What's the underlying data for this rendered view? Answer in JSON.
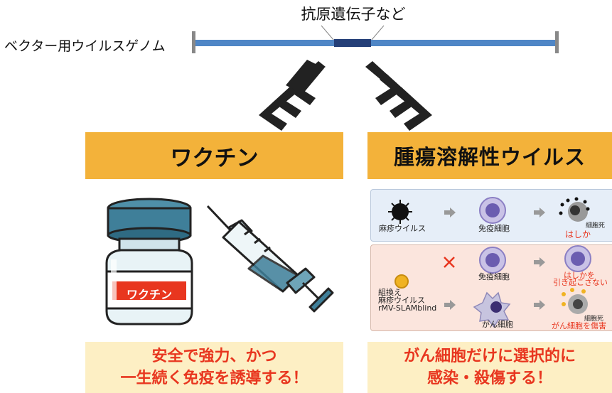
{
  "top": {
    "antigen_label": "抗原遺伝子など",
    "genome_label": "ベクター用ウイルスゲノム"
  },
  "vaccine": {
    "title": "ワクチン",
    "vial_label": "ワクチン",
    "summary_line1": "安全で強力、かつ",
    "summary_line2": "一生続く免疫を誘導する！"
  },
  "oncolytic": {
    "title": "腫瘍溶解性ウイルス",
    "panel1": {
      "virus": "麻疹ウイルス",
      "immune_cell": "免疫細胞",
      "cell_death": "細胞死",
      "result": "はしか"
    },
    "panel2": {
      "immune_cell": "免疫細胞",
      "result_line1": "はしかを",
      "result_line2": "引き起こさない",
      "virus_line1": "組換え",
      "virus_line2": "麻疹ウイルス",
      "virus_line3": "rMV-SLAMblind",
      "cancer_cell": "がん細胞",
      "cell_death": "細胞死",
      "cancer_result": "がん細胞を傷害"
    },
    "summary_line1": "がん細胞だけに選択的に",
    "summary_line2": "感染・殺傷する！"
  },
  "colors": {
    "banner": "#f3b23a",
    "summary_bg": "#fdefc4",
    "summary_text": "#e8361f",
    "genome_bar": "#4f86c6",
    "antigen_segment": "#243f78",
    "chevron": "#222222"
  }
}
